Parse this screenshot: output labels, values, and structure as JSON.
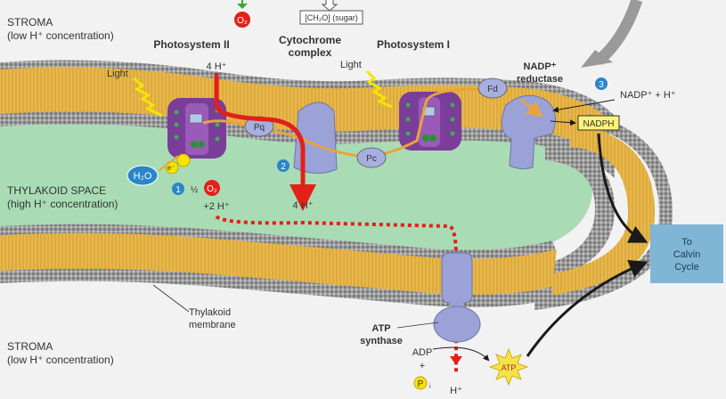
{
  "regions": {
    "stroma_top": [
      "STROMA",
      "(low H⁺ concentration)"
    ],
    "thylakoid_space": [
      "THYLAKOID SPACE",
      "(high H⁺ concentration)"
    ],
    "stroma_bottom": [
      "STROMA",
      "(low H⁺ concentration)"
    ]
  },
  "top": {
    "o2_product": "O₂",
    "sugar_box": "[CH₂O] (sugar)"
  },
  "complexes": {
    "ps2": "Photosystem II",
    "cytochrome": [
      "Cytochrome",
      "complex"
    ],
    "ps1": "Photosystem I",
    "nadp_reductase": [
      "NADP⁺",
      "reductase"
    ],
    "atp_synthase": [
      "ATP",
      "synthase"
    ]
  },
  "carriers": {
    "pq": "Pq",
    "pc": "Pc",
    "fd": "Fd"
  },
  "labels": {
    "light_1": "Light",
    "light_2": "Light",
    "h_top": "4 H⁺",
    "h_lumen": "4 H⁺",
    "h_split": "+2 H⁺",
    "half_o2_prefix": "½",
    "o2_lumen": "O₂",
    "water": "H₂O",
    "electron": "e⁻",
    "nadp_in": "NADP⁺ + H⁺",
    "nadph": "NADPH",
    "adp": "ADP",
    "plus": "+",
    "pi": "P",
    "pi_sub": "i",
    "h_out": "H⁺",
    "atp": "ATP",
    "membrane": [
      "Thylakoid",
      "membrane"
    ]
  },
  "steps": [
    "1",
    "2",
    "3"
  ],
  "calvin": [
    "To",
    "Calvin",
    "Cycle"
  ],
  "colors": {
    "bilayer": "#e8b84a",
    "head": "#8c8c8c",
    "lumen": "#a9dcb5",
    "protein": "#9aa2d8",
    "photosystem": "#7a3d99",
    "proton_path": "#e32019",
    "calvin_box": "#7fb6d6",
    "step_badge": "#2a86c8",
    "nadph_box": "#fff27a",
    "atp_star": "#f4e24a"
  }
}
